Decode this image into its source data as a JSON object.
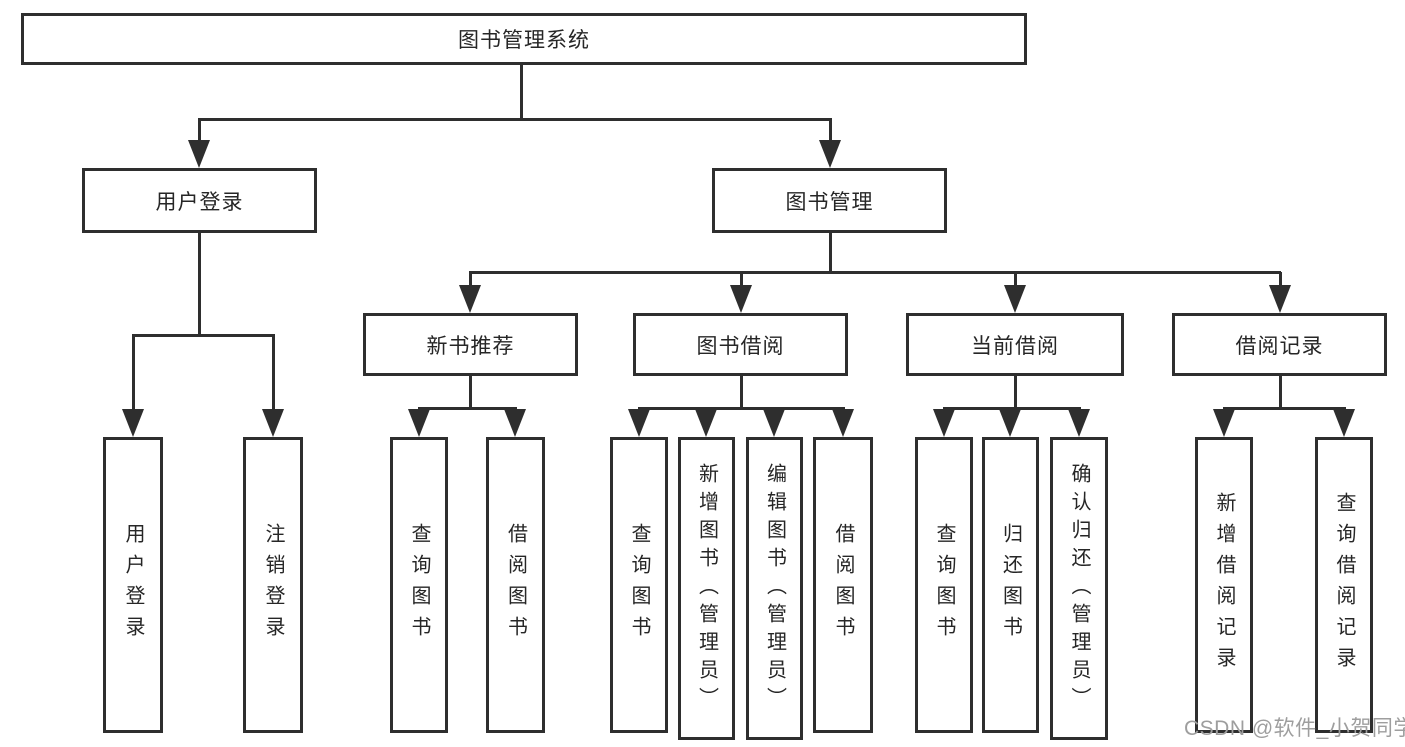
{
  "watermark": "CSDN @软件_小贺同学",
  "nodes": {
    "root": "图书管理系统",
    "user_login": "用户登录",
    "book_management": "图书管理",
    "new_book_recommend": "新书推荐",
    "book_borrowing": "图书借阅",
    "current_borrowing": "当前借阅",
    "borrowing_records": "借阅记录",
    "leaf_user_login": "用户登录",
    "leaf_logout": "注销登录",
    "leaf_query_books_1": "查询图书",
    "leaf_borrow_books_1": "借阅图书",
    "leaf_query_books_2": "查询图书",
    "leaf_add_books_admin": "新增图书（管理员）",
    "leaf_edit_books_admin": "编辑图书（管理员）",
    "leaf_borrow_books_2": "借阅图书",
    "leaf_query_books_3": "查询图书",
    "leaf_return_books": "归还图书",
    "leaf_confirm_return_admin": "确认归还（管理员）",
    "leaf_add_borrow_record": "新增借阅记录",
    "leaf_query_borrow_record": "查询借阅记录"
  }
}
